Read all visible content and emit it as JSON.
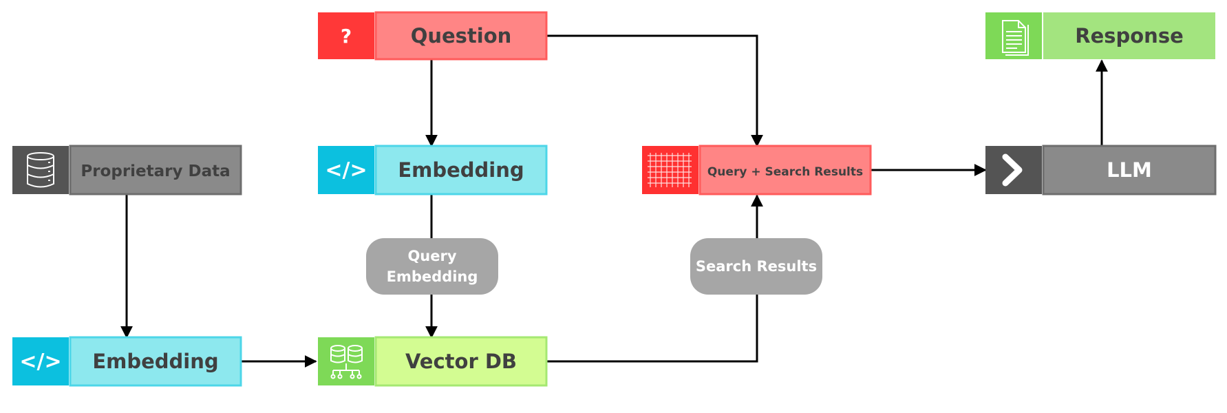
{
  "nodes": {
    "question": {
      "label": "Question",
      "icon": "question-mark-icon",
      "icon_text": "?",
      "icon_color": "#FF3838",
      "fill": "#FF8585",
      "border": "#FF5B5B"
    },
    "response": {
      "label": "Response",
      "icon": "document-icon",
      "icon_color": "#7ED957",
      "fill": "#A3E47F",
      "border": "#A3E47F"
    },
    "proprietary_data": {
      "label": "Proprietary Data",
      "icon": "database-icon",
      "icon_color": "#545454",
      "fill": "#8A8A8A",
      "border": "#6E6E6E"
    },
    "embedding_query": {
      "label": "Embedding",
      "icon": "code-icon",
      "icon_text": "</>",
      "icon_color": "#0CC0DF",
      "fill": "#8DE8EE",
      "border": "#4DD6E8"
    },
    "query_search_results": {
      "label": "Query + Search Results",
      "icon": "grid-icon",
      "icon_color": "#FF3131",
      "fill": "#FF8585",
      "border": "#FF5B5B"
    },
    "llm": {
      "label": "LLM",
      "icon": "chevron-right-icon",
      "icon_color": "#545454",
      "fill": "#8A8A8A",
      "border": "#6E6E6E"
    },
    "embedding_data": {
      "label": "Embedding",
      "icon": "code-icon",
      "icon_text": "</>",
      "icon_color": "#0CC0DF",
      "fill": "#8DE8EE",
      "border": "#4DD6E8"
    },
    "vector_db": {
      "label": "Vector DB",
      "icon": "server-network-icon",
      "icon_color": "#7ED957",
      "fill": "#D3FC92",
      "border": "#A5E872"
    }
  },
  "pills": {
    "query_embedding": {
      "line1": "Query",
      "line2": "Embedding",
      "fill": "#A6A6A6"
    },
    "search_results": {
      "label": "Search Results",
      "fill": "#A6A6A6"
    }
  },
  "colors": {
    "text_dark": "#404040",
    "arrow": "#000000"
  }
}
